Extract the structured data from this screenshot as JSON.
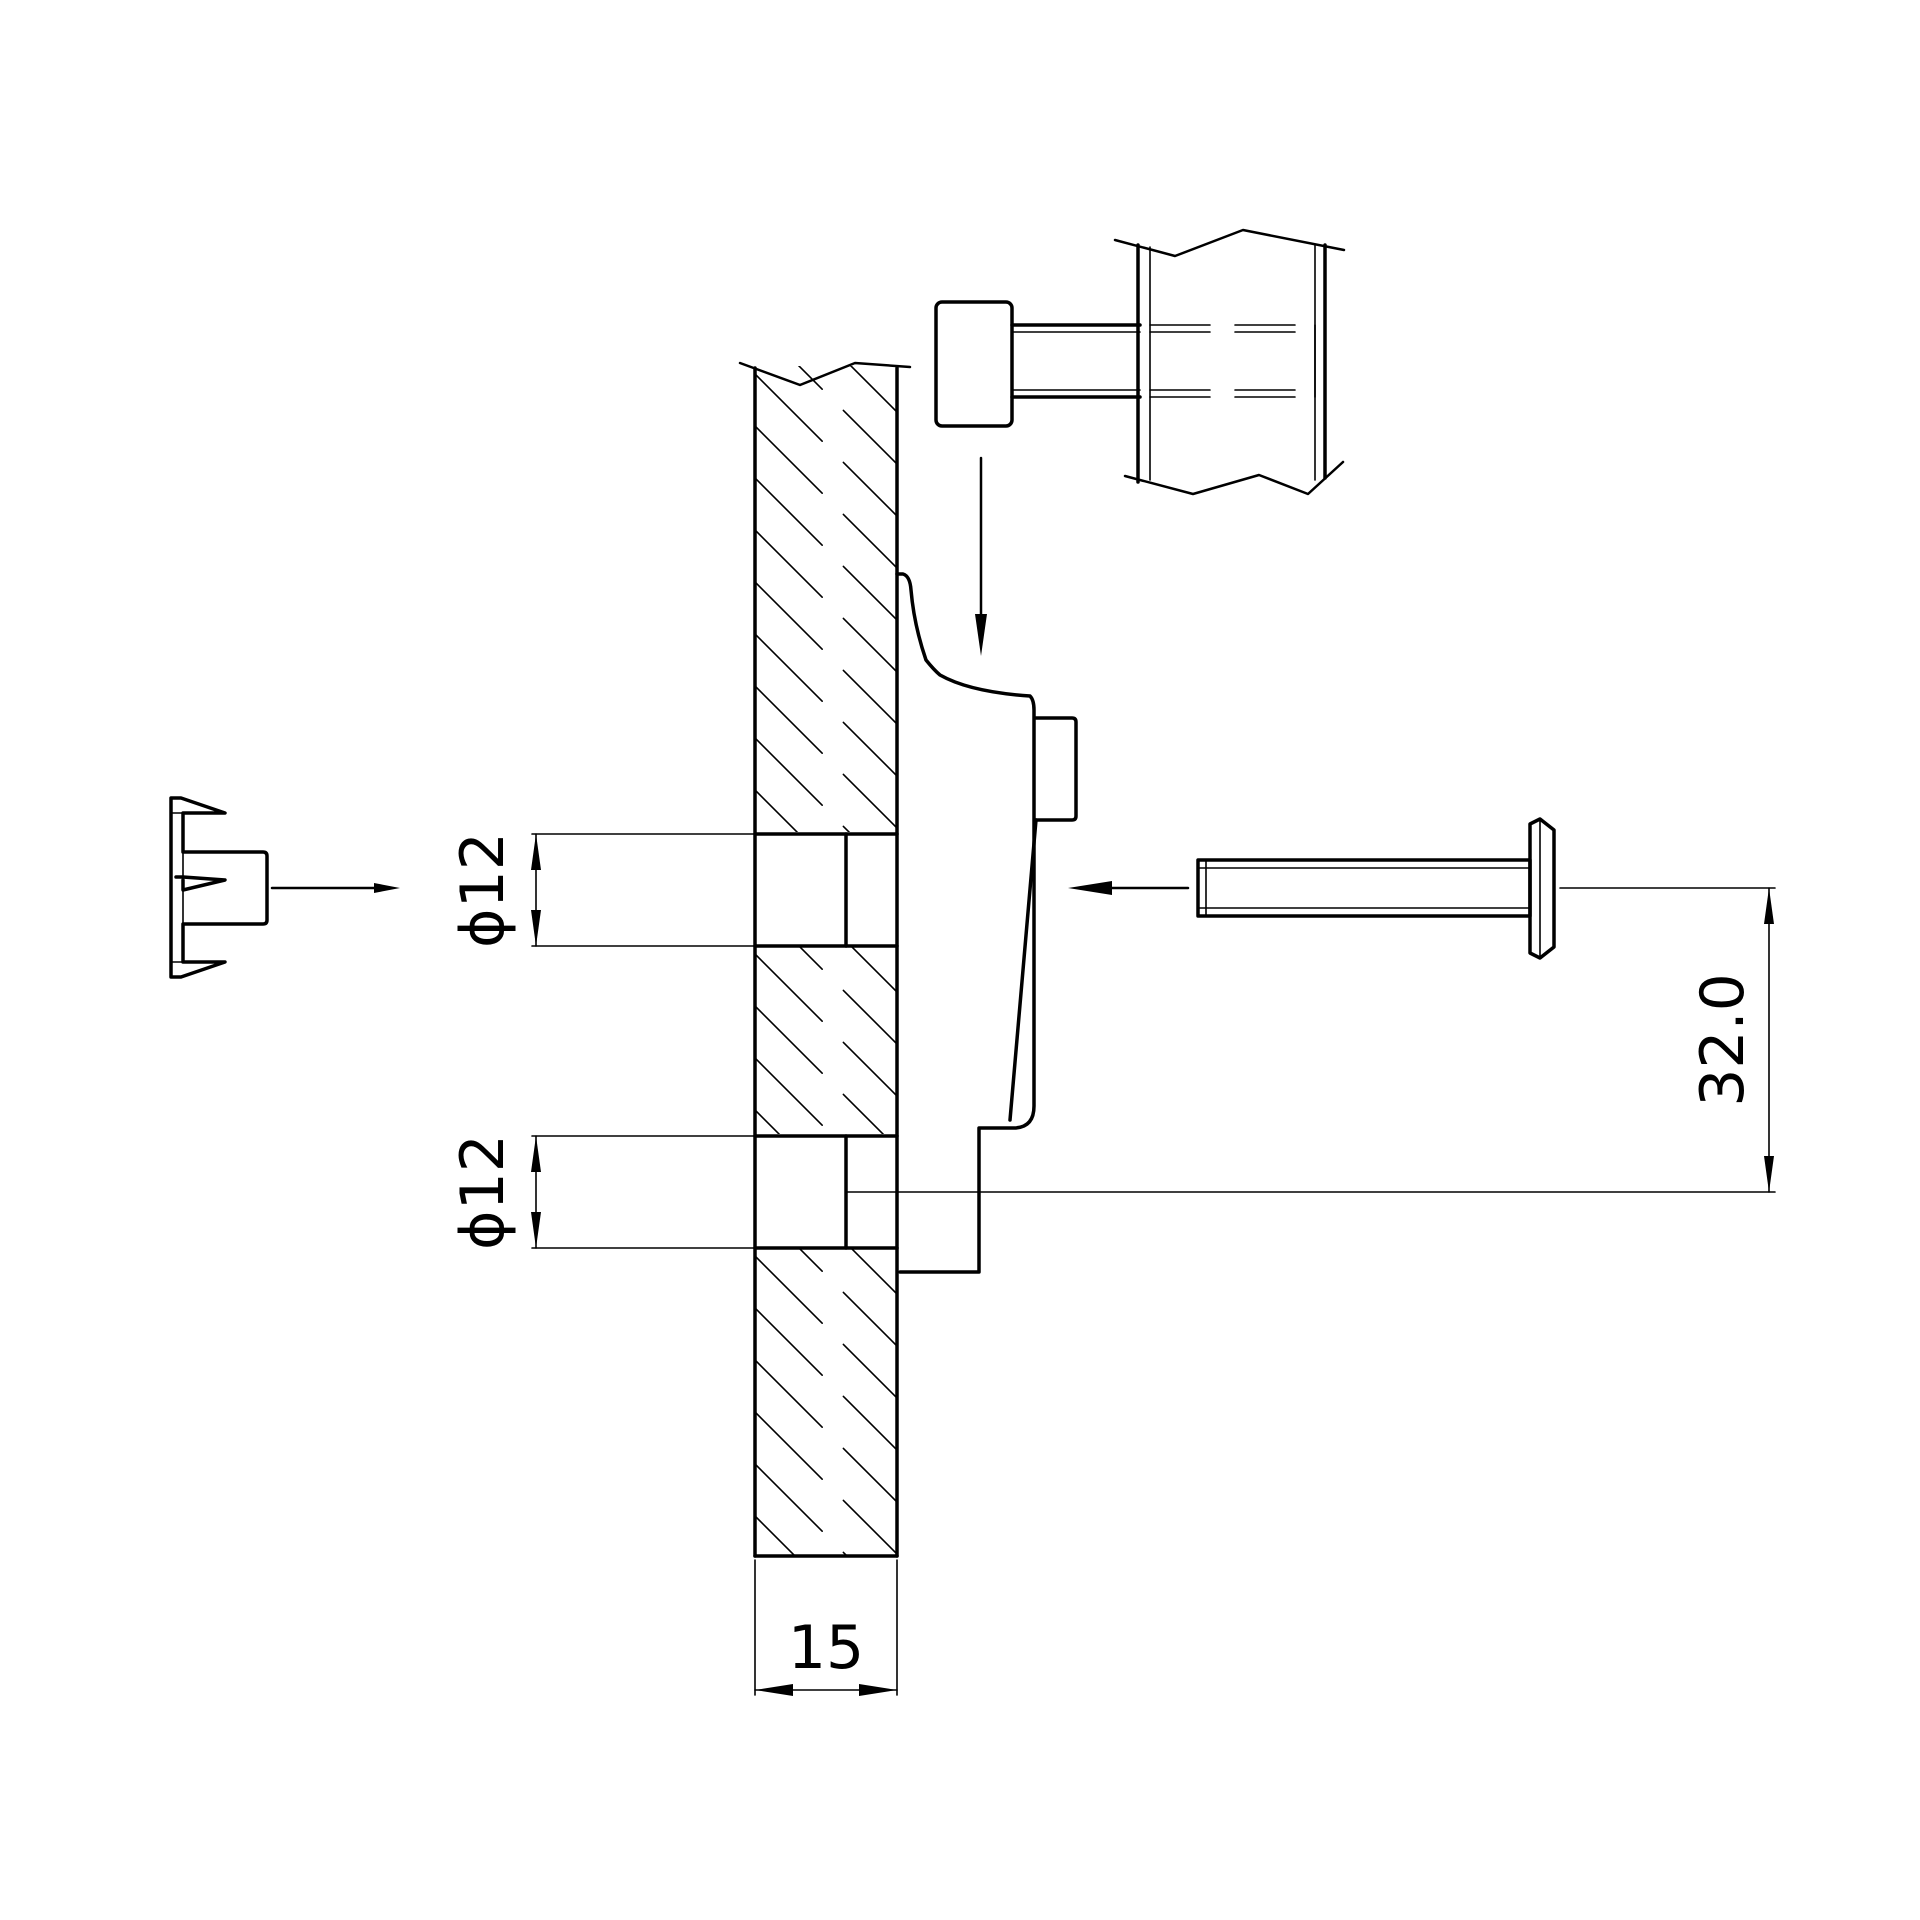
{
  "dimensions": {
    "hole_top": {
      "label": "ϕ12"
    },
    "hole_bottom": {
      "label": "ϕ12"
    },
    "spacing": {
      "label": "32.0"
    },
    "thickness": {
      "label": "15"
    }
  },
  "colors": {
    "line": "#000000",
    "background": "#ffffff"
  }
}
